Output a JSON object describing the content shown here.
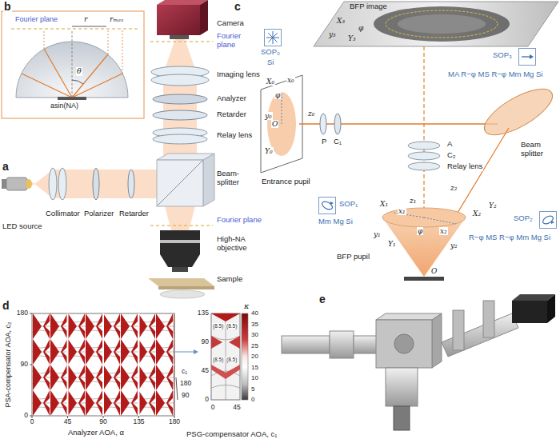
{
  "diagram": {
    "nodes": [
      {
        "text": [
          "SOP₀",
          "Si"
        ]
      },
      {
        "text": [
          "SOP₁",
          "Mm Mg Si"
        ]
      },
      {
        "text": [
          "SOP₂",
          "R−φ MS R−φ Mm Mg Si"
        ]
      },
      {
        "text": [
          "SOP₃",
          "MA R−φ MS R−φ Mm Mg Si"
        ]
      }
    ],
    "labels": [
      "a",
      "b",
      "c",
      "d",
      "e",
      "Camera",
      "Fourier plane",
      "Imaging lens",
      "Analyzer",
      "Retarder",
      "Relay lens",
      "Beam- splitter",
      "Fourier plane",
      "High-NA objective",
      "Sample",
      "LED source",
      "Collimator",
      "Polarizer",
      "Retarder",
      "Fourier plane",
      "r",
      "rₘₐₓ",
      "θ",
      "asin(NA)",
      "BFP image",
      "X₃",
      "y₃",
      "Y₃",
      "φ",
      "X₀",
      "x₀",
      "φ",
      "y₀",
      "Y₀",
      "z₀",
      "O",
      "Entrance pupil",
      "P",
      "C₁",
      "A",
      "C₂",
      "Relay lens",
      "Beam splitter",
      "BFP pupil",
      "X₁",
      "x₁",
      "y₁",
      "Y₁",
      "z₁",
      "x₂",
      "X₂",
      "y₂",
      "Y₂",
      "z₂",
      "φ",
      "O",
      "PSA-compensator AOA, c₂",
      "Analyzer AOA, α",
      "0",
      "45",
      "90",
      "135",
      "180",
      "0",
      "90",
      "180",
      "c₁",
      "180",
      "90",
      "135",
      "90",
      "45",
      "0",
      "0",
      "45",
      "PSG-compensator AOA, c₁",
      "(8.5)",
      "(8.5)",
      "(8.5)",
      "(8.5)",
      "κ",
      "40",
      "35",
      "30",
      "25",
      "20",
      "15",
      "10",
      "5",
      "0"
    ]
  }
}
